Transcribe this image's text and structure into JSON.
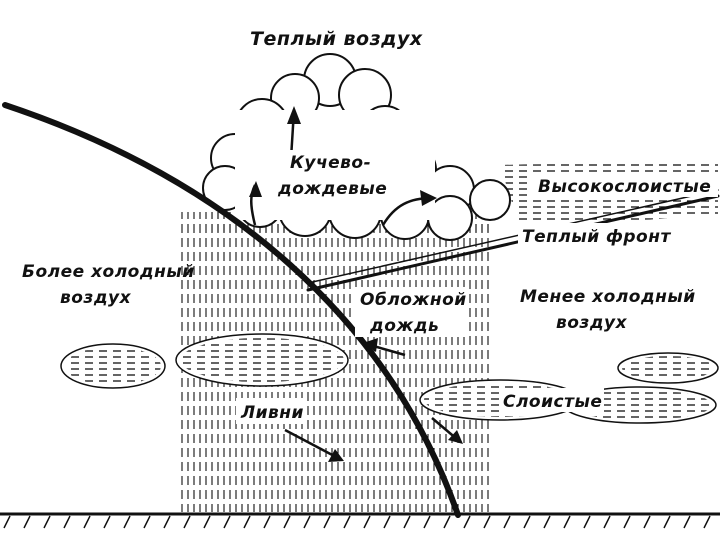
{
  "diagram": {
    "labels": {
      "warm_air": "Теплый воздух",
      "cumulonimbus_line1": "Кучево-",
      "cumulonimbus_line2": "дождевые",
      "altostratus": "Высокослоистые",
      "warm_front": "Теплый фронт",
      "colder_air_line1": "Более холодный",
      "colder_air_line2": "воздух",
      "steady_rain_line1": "Обложной",
      "steady_rain_line2": "дождь",
      "less_cold_air_line1": "Менее холодный",
      "less_cold_air_line2": "воздух",
      "showers": "Ливни",
      "stratus": "Слоистые"
    },
    "colors": {
      "ink": "#111111",
      "paper": "#ffffff"
    }
  }
}
